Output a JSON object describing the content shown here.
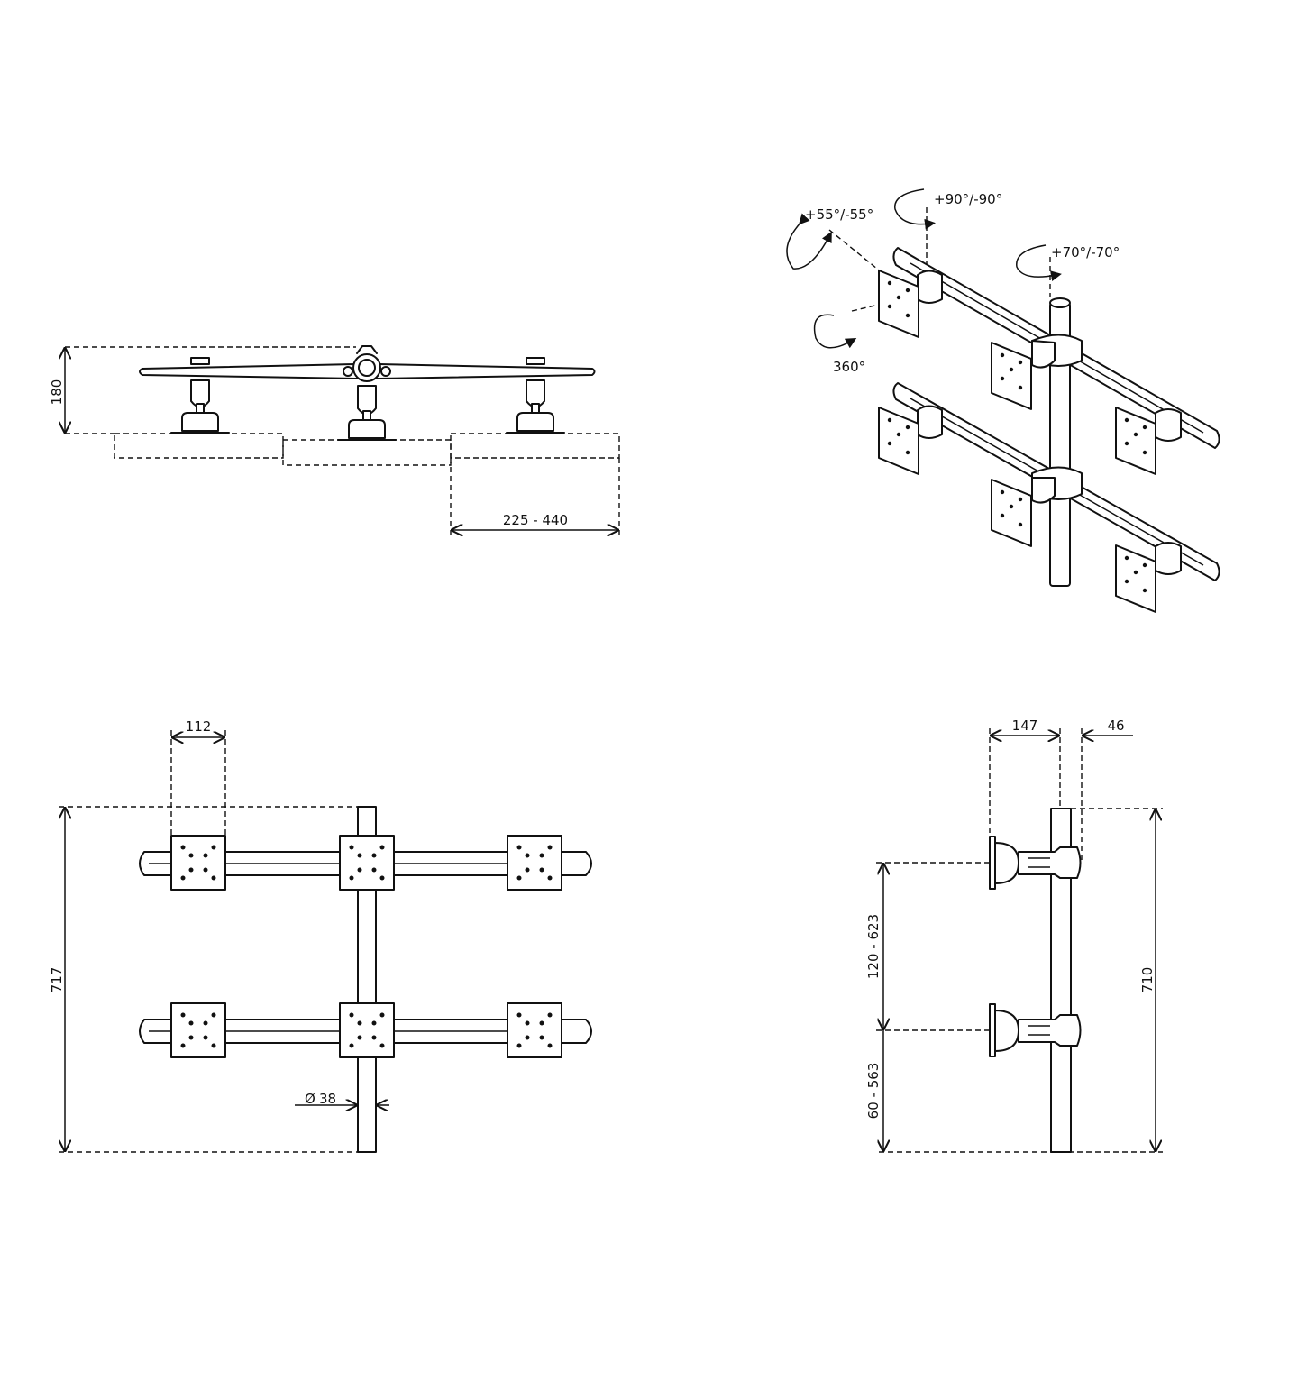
{
  "top_view": {
    "height_label": "180",
    "clamp_range_label": "225 - 440"
  },
  "iso_view": {
    "tilt_label": "+55°/-55°",
    "swivel_label": "+90°/-90°",
    "arm_swivel_label": "+70°/-70°",
    "rotation_label": "360°"
  },
  "front_view": {
    "plate_width_label": "112",
    "total_height_label": "717",
    "pole_diameter_label": "38",
    "diameter_symbol": "Ø"
  },
  "side_view": {
    "depth_label": "147",
    "offset_label": "46",
    "pole_height_label": "710",
    "upper_range_label": "120 - 623",
    "lower_range_label": "60 - 563"
  },
  "colors": {
    "ink": "#111111",
    "background": "#ffffff"
  }
}
